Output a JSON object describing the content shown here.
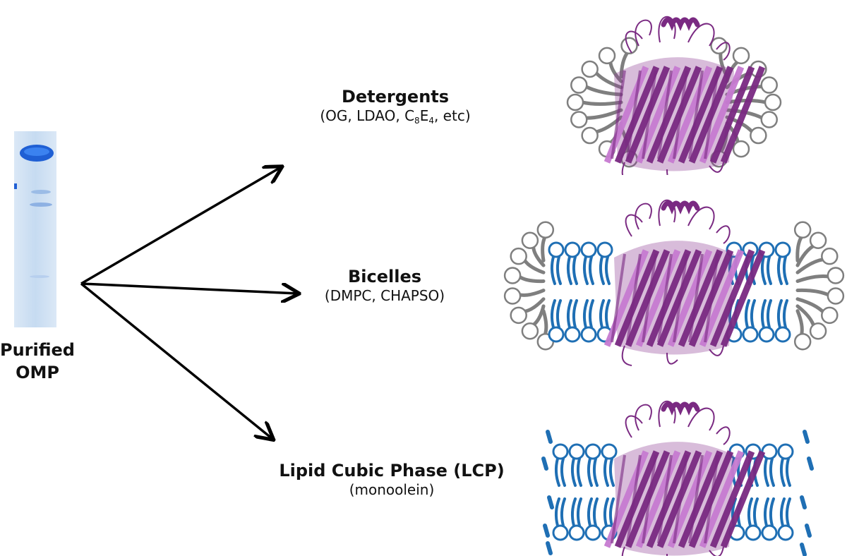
{
  "sample": {
    "label_line1": "Purified",
    "label_line2": "OMP"
  },
  "conditions": [
    {
      "title": "Detergents",
      "subtitle_prefix": "(OG, LDAO, C",
      "subtitle_sub1": "8",
      "subtitle_mid": "E",
      "subtitle_sub2": "4",
      "subtitle_suffix": ", etc)"
    },
    {
      "title": "Bicelles",
      "subtitle": "(DMPC, CHAPSO)"
    },
    {
      "title": "Lipid Cubic Phase (LCP)",
      "subtitle": "(monoolein)"
    }
  ],
  "colors": {
    "gel_lane": "#cfe0f2",
    "gel_band": "#2e6fd6",
    "detergent": "#7f7f7f",
    "lipid": "#1f6fb4",
    "protein": "#7a2a82",
    "protein_light": "#c77bd1",
    "arrow": "#000000"
  }
}
